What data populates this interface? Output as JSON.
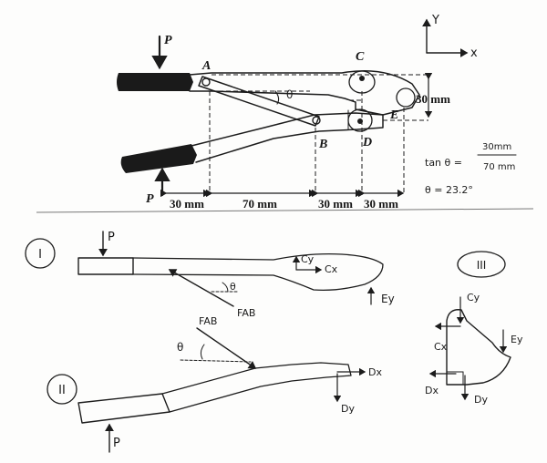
{
  "figure": {
    "labels": {
      "P_top": "P",
      "P_bottom": "P",
      "A": "A",
      "B": "B",
      "C": "C",
      "D": "D",
      "E": "E",
      "theta": "θ",
      "y_axis": "Y",
      "x_axis": "x"
    },
    "dimensions": {
      "d1": "30 mm",
      "d2": "70 mm",
      "d3": "30 mm",
      "d4": "30 mm",
      "height": "30 mm"
    },
    "calc": {
      "tan_lhs": "tan θ =",
      "num": "30mm",
      "den": "70 mm",
      "result": "θ = 23.2°"
    }
  },
  "fbd1": {
    "number": "I",
    "P": "P",
    "Cy": "Cy",
    "Cx": "Cx",
    "Ey": "Ey",
    "theta": "θ",
    "FAB": "FAB"
  },
  "fbd2": {
    "number": "II",
    "FAB": "FAB",
    "theta": "θ",
    "Dx": "Dx",
    "Dy": "Dy",
    "P": "P"
  },
  "fbd3": {
    "number": "III",
    "Cy": "Cy",
    "Cx": "Cx",
    "Ey": "Ey",
    "Dx": "Dx",
    "Dy": "Dy"
  }
}
